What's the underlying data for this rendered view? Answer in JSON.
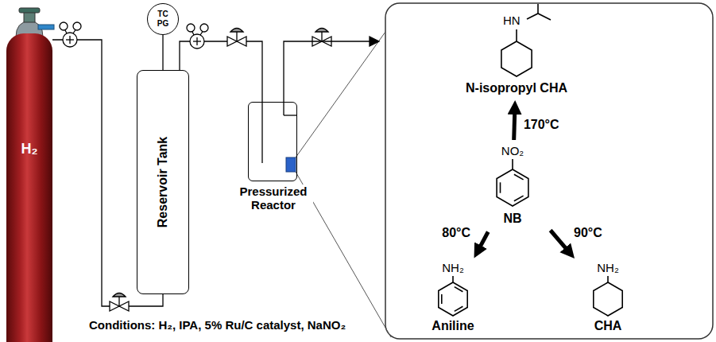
{
  "diagram": {
    "nodes": [
      {
        "text": [
          "H₂"
        ]
      },
      {
        "text": [
          "TC PG"
        ]
      },
      {
        "text": [
          "Reservoir Tank"
        ]
      },
      {
        "text": [
          "Pressurized Reactor"
        ]
      },
      {
        "text": [
          "HN",
          "N-isopropyl CHA"
        ]
      },
      {
        "text": [
          "NO₂",
          "NB"
        ]
      },
      {
        "text": [
          "NH₂",
          "Aniline"
        ]
      },
      {
        "text": [
          "NH₂",
          "CHA"
        ]
      }
    ],
    "edges": [
      {
        "from": 0,
        "to": 2,
        "arrow": "none"
      },
      {
        "from": 1,
        "to": 2,
        "arrow": "none"
      },
      {
        "from": 2,
        "to": 3,
        "arrow": "none"
      },
      {
        "from": 5,
        "to": 4,
        "label": "170°C",
        "arrow": "to"
      },
      {
        "from": 5,
        "to": 6,
        "label": "80°C",
        "arrow": "to"
      },
      {
        "from": 5,
        "to": 7,
        "label": "90°C",
        "arrow": "to"
      }
    ],
    "labels": [
      "Conditions: H₂, IPA, 5% Ru/C catalyst, NaNO₂"
    ]
  }
}
